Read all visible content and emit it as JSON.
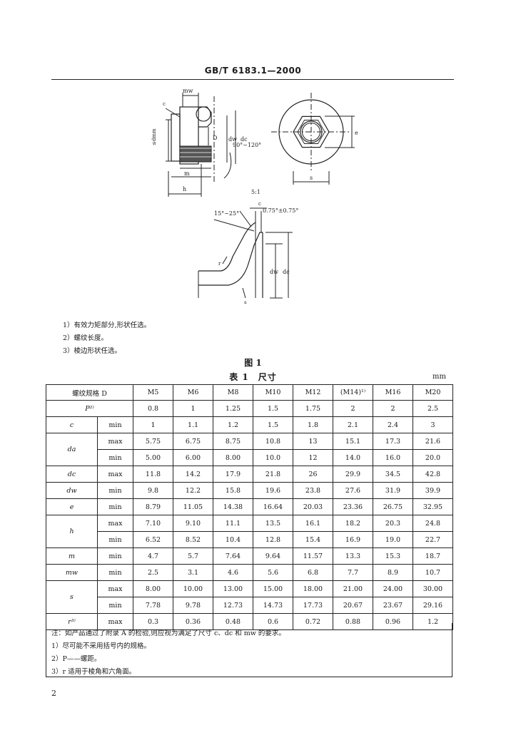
{
  "header": "GB/T 6183.1—2000",
  "figure": {
    "labels": {
      "mw": "mw",
      "c": "c",
      "d_dim": "D",
      "dw": "dw",
      "dc": "dc",
      "angle": "90°~120°",
      "m": "m",
      "h": "h",
      "s": "s",
      "e": "e",
      "scale": "5:1",
      "angle_small": "15°~25°",
      "tolerance": "0.75°±0.75°",
      "detail_r": "r",
      "detail_a": "a",
      "side_note": "≤dmm"
    },
    "footnotes": [
      "1）有效力矩部分,形状任选。",
      "2）螺纹长度。",
      "3）棱边形状任选。"
    ],
    "caption": "图 1"
  },
  "table": {
    "title": "表 1　尺寸",
    "unit": "mm",
    "header": {
      "label": "螺纹规格 D",
      "sizes": [
        "M5",
        "M6",
        "M8",
        "M10",
        "M12",
        "(M14)¹⁾",
        "M16",
        "M20"
      ]
    },
    "rows": [
      {
        "sym": "P²⁾",
        "q": "",
        "vals": [
          "0.8",
          "1",
          "1.25",
          "1.5",
          "1.75",
          "2",
          "2",
          "2.5"
        ]
      },
      {
        "sym": "c",
        "q": "min",
        "vals": [
          "1",
          "1.1",
          "1.2",
          "1.5",
          "1.8",
          "2.1",
          "2.4",
          "3"
        ]
      },
      {
        "sym": "da",
        "q": "max",
        "vals": [
          "5.75",
          "6.75",
          "8.75",
          "10.8",
          "13",
          "15.1",
          "17.3",
          "21.6"
        ]
      },
      {
        "sym": "",
        "q": "min",
        "vals": [
          "5.00",
          "6.00",
          "8.00",
          "10.0",
          "12",
          "14.0",
          "16.0",
          "20.0"
        ]
      },
      {
        "sym": "dc",
        "q": "max",
        "vals": [
          "11.8",
          "14.2",
          "17.9",
          "21.8",
          "26",
          "29.9",
          "34.5",
          "42.8"
        ]
      },
      {
        "sym": "dw",
        "q": "min",
        "vals": [
          "9.8",
          "12.2",
          "15.8",
          "19.6",
          "23.8",
          "27.6",
          "31.9",
          "39.9"
        ]
      },
      {
        "sym": "e",
        "q": "min",
        "vals": [
          "8.79",
          "11.05",
          "14.38",
          "16.64",
          "20.03",
          "23.36",
          "26.75",
          "32.95"
        ]
      },
      {
        "sym": "h",
        "q": "max",
        "vals": [
          "7.10",
          "9.10",
          "11.1",
          "13.5",
          "16.1",
          "18.2",
          "20.3",
          "24.8"
        ]
      },
      {
        "sym": "",
        "q": "min",
        "vals": [
          "6.52",
          "8.52",
          "10.4",
          "12.8",
          "15.4",
          "16.9",
          "19.0",
          "22.7"
        ]
      },
      {
        "sym": "m",
        "q": "min",
        "vals": [
          "4.7",
          "5.7",
          "7.64",
          "9.64",
          "11.57",
          "13.3",
          "15.3",
          "18.7"
        ]
      },
      {
        "sym": "mw",
        "q": "min",
        "vals": [
          "2.5",
          "3.1",
          "4.6",
          "5.6",
          "6.8",
          "7.7",
          "8.9",
          "10.7"
        ]
      },
      {
        "sym": "s",
        "q": "max",
        "vals": [
          "8.00",
          "10.00",
          "13.00",
          "15.00",
          "18.00",
          "21.00",
          "24.00",
          "30.00"
        ]
      },
      {
        "sym": "",
        "q": "min",
        "vals": [
          "7.78",
          "9.78",
          "12.73",
          "14.73",
          "17.73",
          "20.67",
          "23.67",
          "29.16"
        ]
      },
      {
        "sym": "r³⁾",
        "q": "max",
        "vals": [
          "0.3",
          "0.36",
          "0.48",
          "0.6",
          "0.72",
          "0.88",
          "0.96",
          "1.2"
        ]
      }
    ],
    "notes": [
      "注：如产品通过了附录 A 的检验,则应视为满足了尺寸 c、dc 和 mw 的要求。",
      "1）尽可能不采用括号内的规格。",
      "2）P——螺距。",
      "3）r 适用于棱角和六角面。"
    ]
  },
  "page_number": "2"
}
